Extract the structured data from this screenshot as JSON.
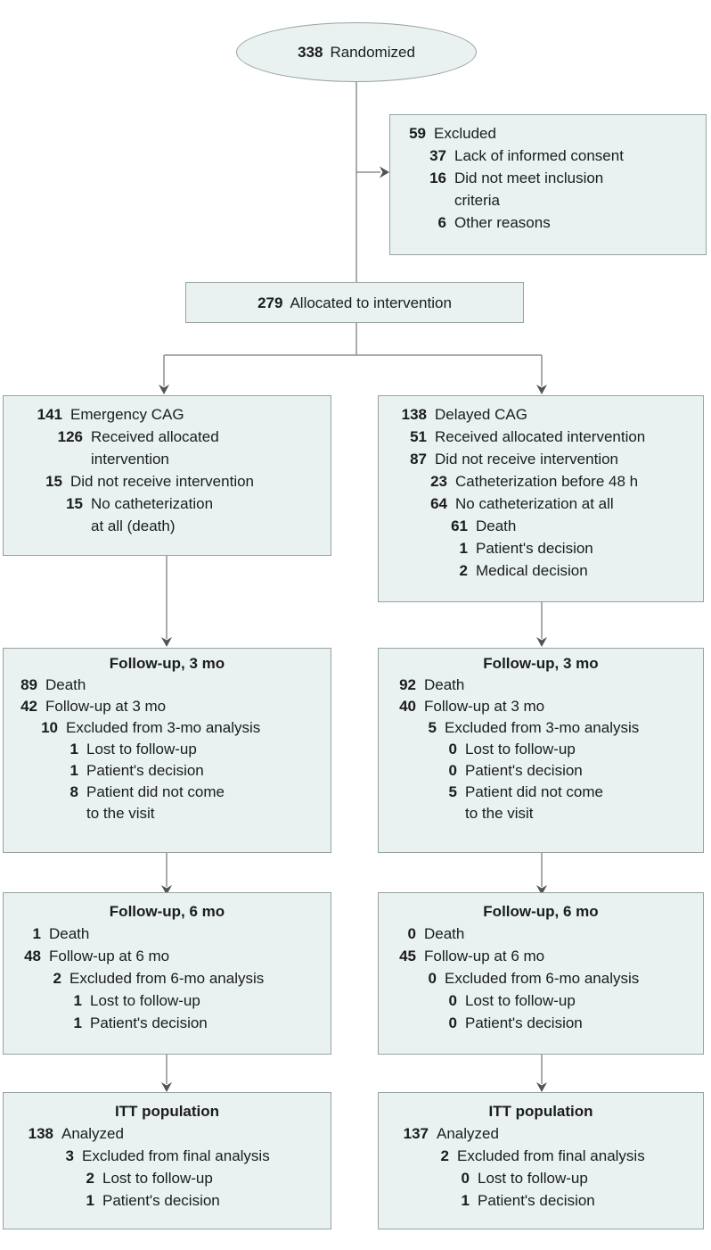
{
  "diagram": {
    "colors": {
      "box_fill": "#e9f1f1",
      "box_border": "#98a2a2",
      "connector_line": "#8c9090",
      "arrowhead": "#4f5454",
      "text": "#1c1c1c"
    },
    "randomized": {
      "num": "338",
      "label": "Randomized"
    },
    "excluded": {
      "lines": [
        {
          "num": "59",
          "text": "Excluded",
          "indent": 0
        },
        {
          "num": "37",
          "text": "Lack of informed consent",
          "indent": 1
        },
        {
          "num": "16",
          "text": "Did not meet inclusion\ncriteria",
          "indent": 1
        },
        {
          "num": "6",
          "text": "Other reasons",
          "indent": 1
        }
      ]
    },
    "allocated": {
      "num": "279",
      "label": "Allocated to intervention"
    },
    "left_arm": {
      "allocation": {
        "lines": [
          {
            "num": "141",
            "text": "Emergency CAG",
            "indent": 0
          },
          {
            "num": "126",
            "text": "Received allocated\nintervention",
            "indent": 1
          },
          {
            "num": "15",
            "text": "Did not receive intervention",
            "indent": 0
          },
          {
            "num": "15",
            "text": "No catheterization\nat all (death)",
            "indent": 1
          }
        ]
      },
      "followup_3mo": {
        "title": "Follow-up, 3 mo",
        "lines": [
          {
            "num": "89",
            "text": "Death",
            "indent": 0
          },
          {
            "num": "42",
            "text": "Follow-up at 3 mo",
            "indent": 0
          },
          {
            "num": "10",
            "text": "Excluded from 3-mo analysis",
            "indent": 1
          },
          {
            "num": "1",
            "text": "Lost to follow-up",
            "indent": 2
          },
          {
            "num": "1",
            "text": "Patient's decision",
            "indent": 2
          },
          {
            "num": "8",
            "text": "Patient did not come\nto the visit",
            "indent": 2
          }
        ]
      },
      "followup_6mo": {
        "title": "Follow-up, 6 mo",
        "lines": [
          {
            "num": "1",
            "text": "Death",
            "indent": 0
          },
          {
            "num": "48",
            "text": "Follow-up at 6 mo",
            "indent": 0
          },
          {
            "num": "2",
            "text": "Excluded from 6-mo analysis",
            "indent": 1
          },
          {
            "num": "1",
            "text": "Lost to follow-up",
            "indent": 2
          },
          {
            "num": "1",
            "text": "Patient's decision",
            "indent": 2
          }
        ]
      },
      "itt": {
        "title": "ITT population",
        "lines": [
          {
            "num": "138",
            "text": "Analyzed",
            "indent": 0
          },
          {
            "num": "3",
            "text": "Excluded from final analysis",
            "indent": 1
          },
          {
            "num": "2",
            "text": "Lost to follow-up",
            "indent": 2
          },
          {
            "num": "1",
            "text": "Patient's decision",
            "indent": 2
          }
        ]
      }
    },
    "right_arm": {
      "allocation": {
        "lines": [
          {
            "num": "138",
            "text": "Delayed CAG",
            "indent": 0
          },
          {
            "num": "51",
            "text": "Received allocated intervention",
            "indent": 0
          },
          {
            "num": "87",
            "text": "Did not receive intervention",
            "indent": 0
          },
          {
            "num": "23",
            "text": "Catheterization before 48 h",
            "indent": 1
          },
          {
            "num": "64",
            "text": "No catheterization at all",
            "indent": 1
          },
          {
            "num": "61",
            "text": "Death",
            "indent": 2
          },
          {
            "num": "1",
            "text": "Patient's decision",
            "indent": 2
          },
          {
            "num": "2",
            "text": "Medical decision",
            "indent": 2
          }
        ]
      },
      "followup_3mo": {
        "title": "Follow-up, 3 mo",
        "lines": [
          {
            "num": "92",
            "text": "Death",
            "indent": 0
          },
          {
            "num": "40",
            "text": "Follow-up at 3 mo",
            "indent": 0
          },
          {
            "num": "5",
            "text": "Excluded from 3-mo analysis",
            "indent": 1
          },
          {
            "num": "0",
            "text": "Lost to follow-up",
            "indent": 2
          },
          {
            "num": "0",
            "text": "Patient's decision",
            "indent": 2
          },
          {
            "num": "5",
            "text": "Patient did not come\nto the visit",
            "indent": 2
          }
        ]
      },
      "followup_6mo": {
        "title": "Follow-up, 6 mo",
        "lines": [
          {
            "num": "0",
            "text": "Death",
            "indent": 0
          },
          {
            "num": "45",
            "text": "Follow-up at 6 mo",
            "indent": 0
          },
          {
            "num": "0",
            "text": "Excluded from 6-mo analysis",
            "indent": 1
          },
          {
            "num": "0",
            "text": "Lost to follow-up",
            "indent": 2
          },
          {
            "num": "0",
            "text": "Patient's decision",
            "indent": 2
          }
        ]
      },
      "itt": {
        "title": "ITT population",
        "lines": [
          {
            "num": "137",
            "text": "Analyzed",
            "indent": 0
          },
          {
            "num": "2",
            "text": "Excluded from final analysis",
            "indent": 1
          },
          {
            "num": "0",
            "text": "Lost to follow-up",
            "indent": 2
          },
          {
            "num": "1",
            "text": "Patient's decision",
            "indent": 2
          }
        ]
      }
    }
  }
}
